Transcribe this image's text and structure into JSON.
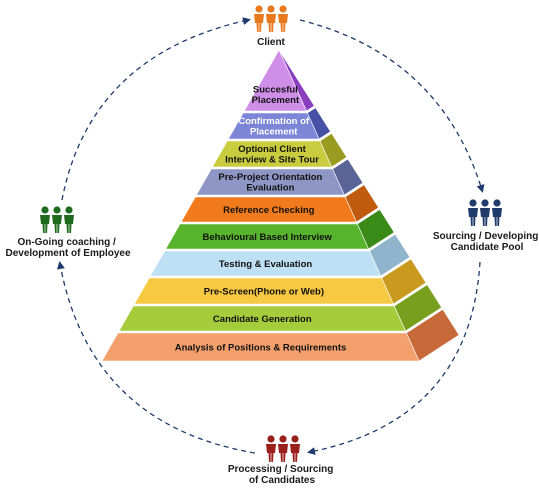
{
  "nodes": [
    {
      "id": "client",
      "label_lines": [
        "Client"
      ],
      "people_color": "#e8791e",
      "icon": "people-icon"
    },
    {
      "id": "sourcing",
      "label_lines": [
        "Sourcing / Developing",
        "Candidate Pool"
      ],
      "people_color": "#1f3a6b",
      "icon": "people-icon"
    },
    {
      "id": "processing",
      "label_lines": [
        "Processing / Sourcing",
        "of Candidates"
      ],
      "people_color": "#9b1f1a",
      "icon": "people-icon"
    },
    {
      "id": "coaching",
      "label_lines": [
        "On-Going coaching /",
        "Development of Employee"
      ],
      "people_color": "#1e6b1e",
      "icon": "people-icon"
    }
  ],
  "pyramid": {
    "tiers": [
      {
        "label_lines": [
          "Succesful",
          "Placement"
        ],
        "front": "#cf8fe8",
        "side": "#8a3fbf",
        "text": "#111111"
      },
      {
        "label_lines": [
          "Confirmation of",
          "Placement"
        ],
        "front": "#7d86d6",
        "side": "#4651a6",
        "text": "#ffffff"
      },
      {
        "label_lines": [
          "Optional Client",
          "Interview & Site Tour"
        ],
        "front": "#c9cc3f",
        "side": "#9a9c22",
        "text": "#111111"
      },
      {
        "label_lines": [
          "Pre-Project Orientation",
          "Evaluation"
        ],
        "front": "#8d96c4",
        "side": "#5a6496",
        "text": "#111111"
      },
      {
        "label_lines": [
          "Reference Checking"
        ],
        "front": "#f07a1c",
        "side": "#c05a0c",
        "text": "#111111"
      },
      {
        "label_lines": [
          "Behavioural Based Interview"
        ],
        "front": "#58b42c",
        "side": "#3a8a18",
        "text": "#111111"
      },
      {
        "label_lines": [
          "Testing & Evaluation"
        ],
        "front": "#bde0f4",
        "side": "#8fb4cc",
        "text": "#111111"
      },
      {
        "label_lines": [
          "Pre-Screen(Phone or Web)"
        ],
        "front": "#f7c842",
        "side": "#c99a1e",
        "text": "#111111"
      },
      {
        "label_lines": [
          "Candidate Generation"
        ],
        "front": "#a5cc3b",
        "side": "#78a01e",
        "text": "#111111"
      },
      {
        "label_lines": [
          "Analysis of Positions & Requirements"
        ],
        "front": "#f4a06c",
        "side": "#c8693a",
        "text": "#111111"
      }
    ]
  },
  "cycle": {
    "color": "#1f3a6b",
    "arrow_color": "#1f3a6b"
  }
}
